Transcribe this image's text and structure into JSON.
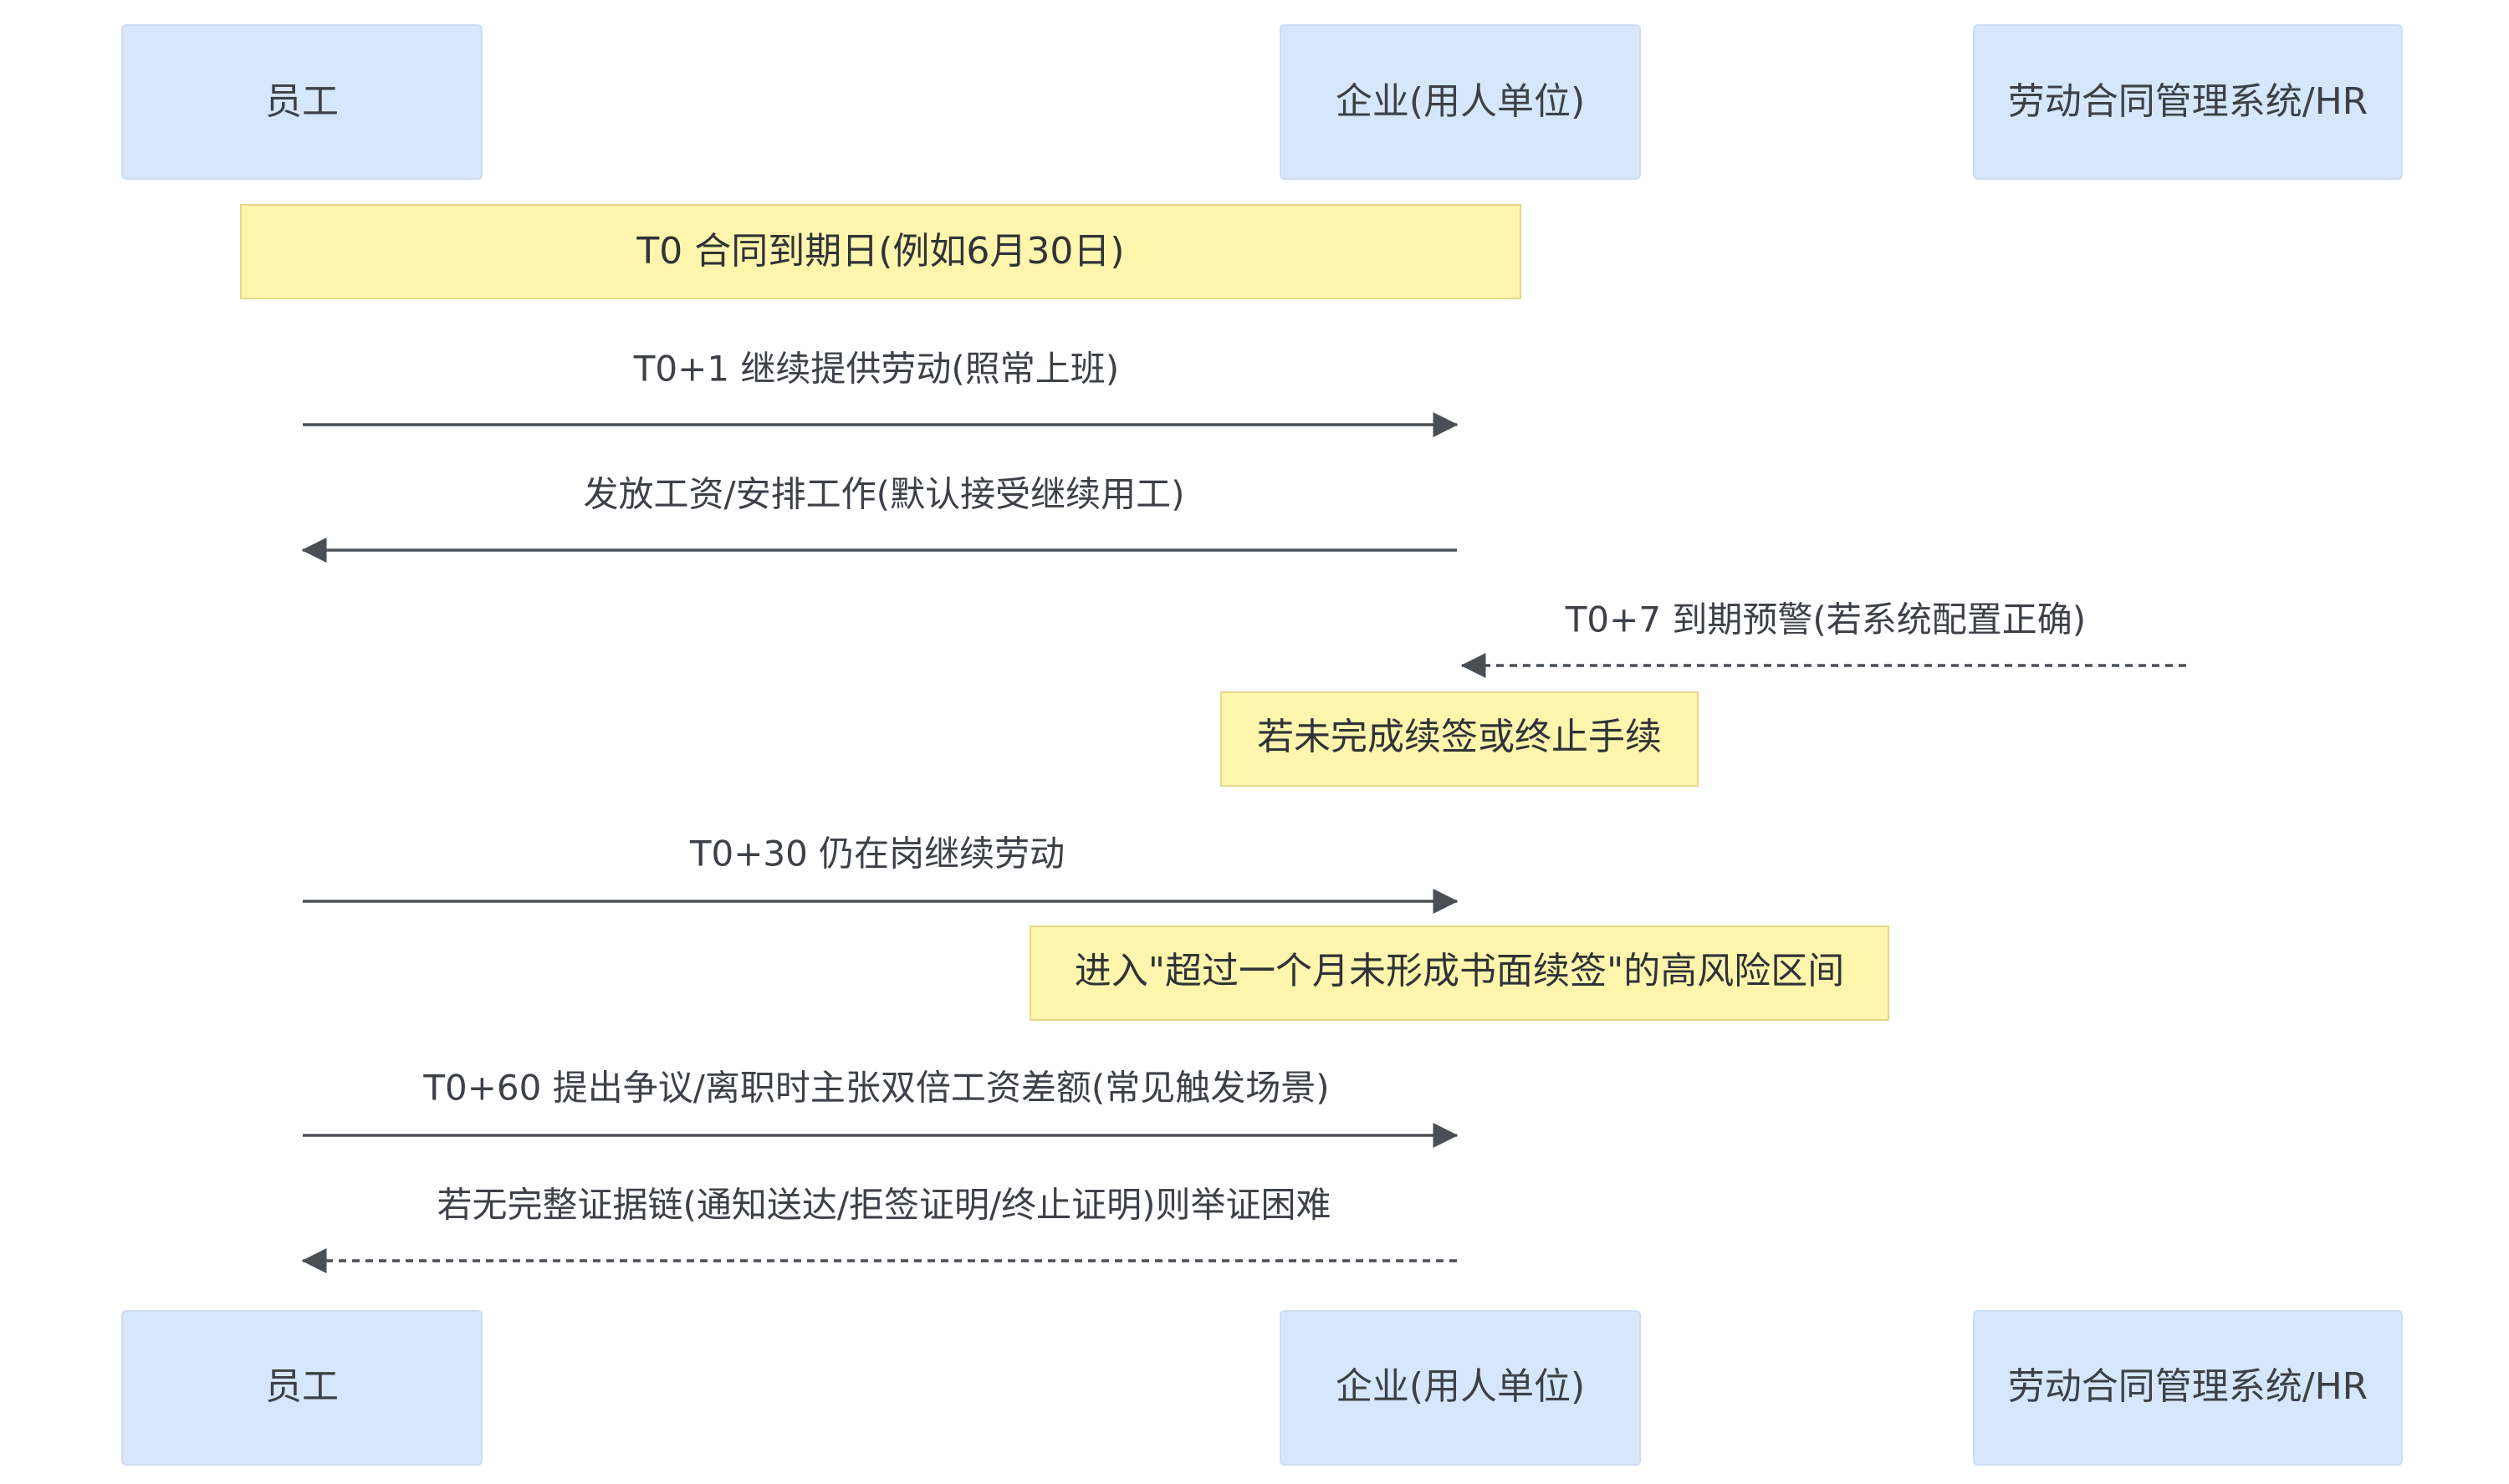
{
  "actors": {
    "employee": "员工",
    "company": "企业(用人单位)",
    "hr_system": "劳动合同管理系统/HR"
  },
  "notes": {
    "t0": "T0 合同到期日(例如6月30日)",
    "unfinished": "若未完成续签或终止手续",
    "high_risk": "进入\"超过一个月未形成书面续签\"的高风险区间"
  },
  "messages": {
    "m1": "T0+1 继续提供劳动(照常上班)",
    "m2": "发放工资/安排工作(默认接受继续用工)",
    "m3": "T0+7 到期预警(若系统配置正确)",
    "m4": "T0+30 仍在岗继续劳动",
    "m5": "T0+60 提出争议/离职时主张双倍工资差额(常见触发场景)",
    "m6": "若无完整证据链(通知送达/拒签证明/终止证明)则举证困难"
  },
  "colors": {
    "actor_fill": "#d6e6fb",
    "note_fill": "#fff5ad",
    "line": "#4a4f56",
    "text": "#3d4147"
  }
}
